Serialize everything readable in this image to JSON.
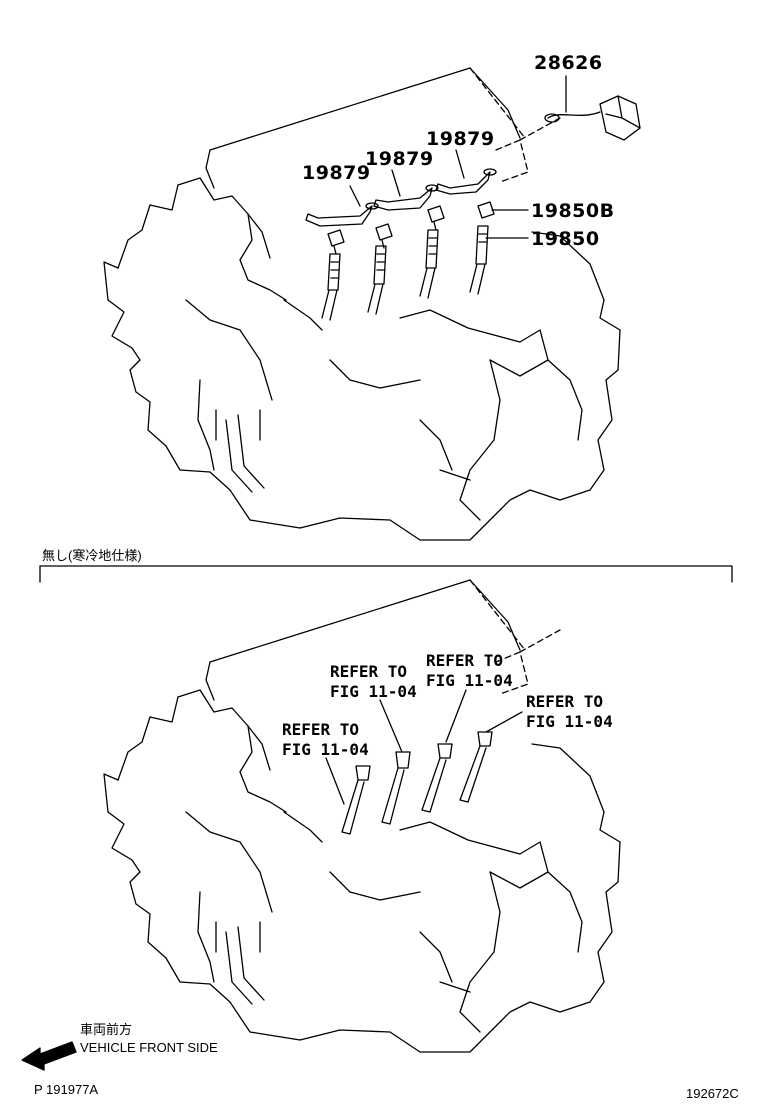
{
  "callouts": {
    "p28626": "28626",
    "p19879_left": "19879",
    "p19879_mid": "19879",
    "p19879_right": "19879",
    "p19850B": "19850B",
    "p19850": "19850"
  },
  "section_label": "無し(寒冷地仕様)",
  "refer": [
    {
      "line1": "REFER TO",
      "line2": "FIG 11-04"
    },
    {
      "line1": "REFER TO",
      "line2": "FIG 11-04"
    },
    {
      "line1": "REFER TO",
      "line2": "FIG 11-04"
    },
    {
      "line1": "REFER TO",
      "line2": "FIG 11-04"
    }
  ],
  "direction": {
    "jp": "車両前方",
    "en": "VEHICLE FRONT SIDE"
  },
  "footer": {
    "left_code": "P  191977A",
    "right_code": "192672C"
  },
  "colors": {
    "line": "#000000",
    "background": "#ffffff"
  }
}
